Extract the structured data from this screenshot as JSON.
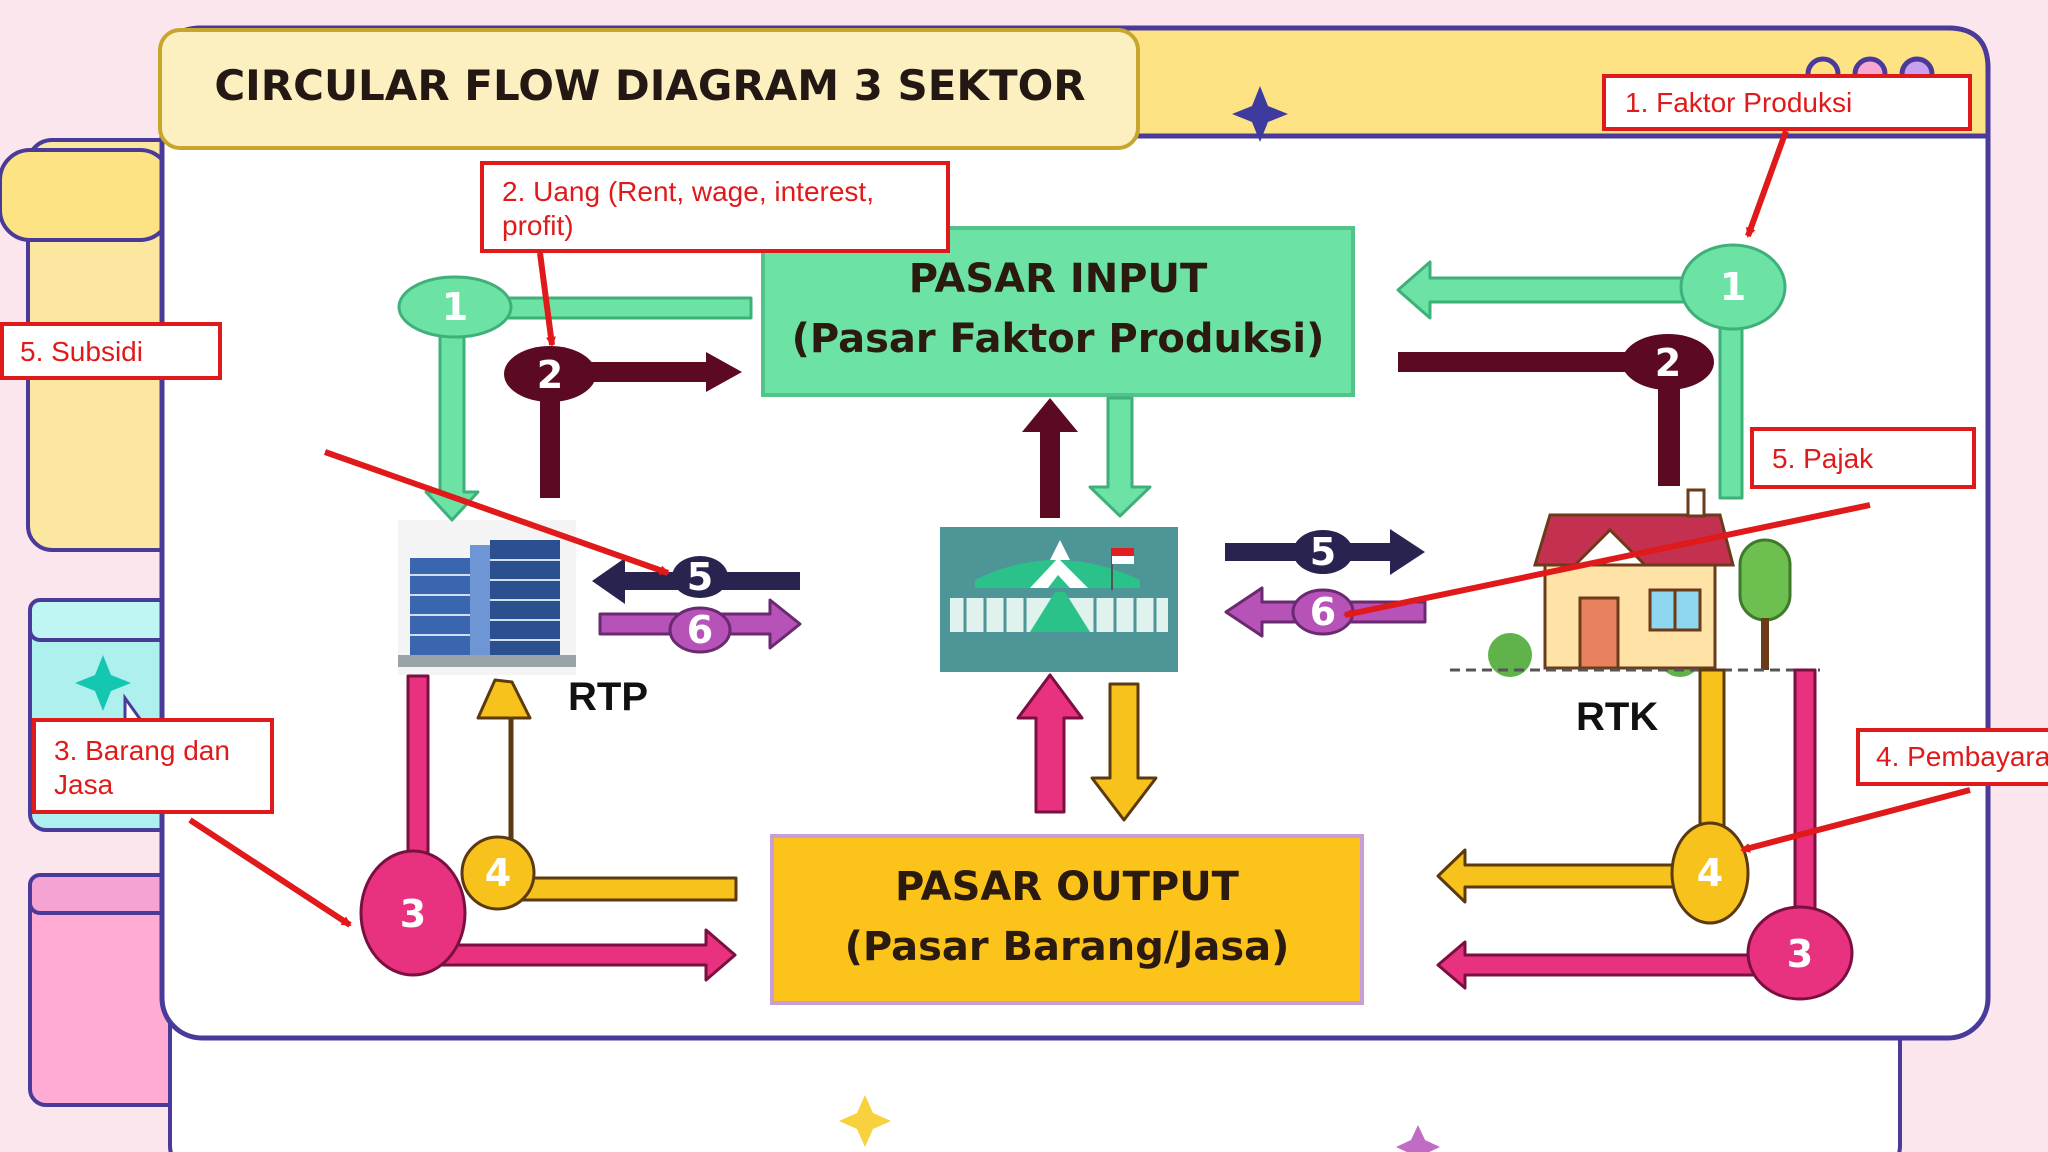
{
  "title": "CIRCULAR FLOW DIAGRAM 3 SEKTOR",
  "markets": {
    "input": {
      "line1": "PASAR INPUT",
      "line2": "(Pasar Faktor Produksi)"
    },
    "output": {
      "line1": "PASAR OUTPUT",
      "line2": "(Pasar Barang/Jasa)"
    }
  },
  "sectors": {
    "rtp": "RTP",
    "rtk": "RTK"
  },
  "annotations": {
    "faktor_produksi": "1. Faktor Produksi",
    "uang_line1": "2. Uang (Rent, wage, interest,",
    "uang_line2": "profit)",
    "subsidi": "5. Subsidi",
    "pajak": "5. Pajak",
    "barang_line1": "3. Barang dan",
    "barang_line2": "Jasa",
    "pembayaran": "4. Pembayara"
  },
  "flow_numbers": {
    "n1": "1",
    "n2": "2",
    "n3": "3",
    "n4": "4",
    "n5": "5",
    "n6": "6"
  },
  "colors": {
    "green": "#6ce2a4",
    "maroon": "#5b0a22",
    "navy": "#28234f",
    "purple": "#b752b8",
    "pink": "#e8317f",
    "yellow": "#f7c21b",
    "red": "#e01a1a"
  }
}
